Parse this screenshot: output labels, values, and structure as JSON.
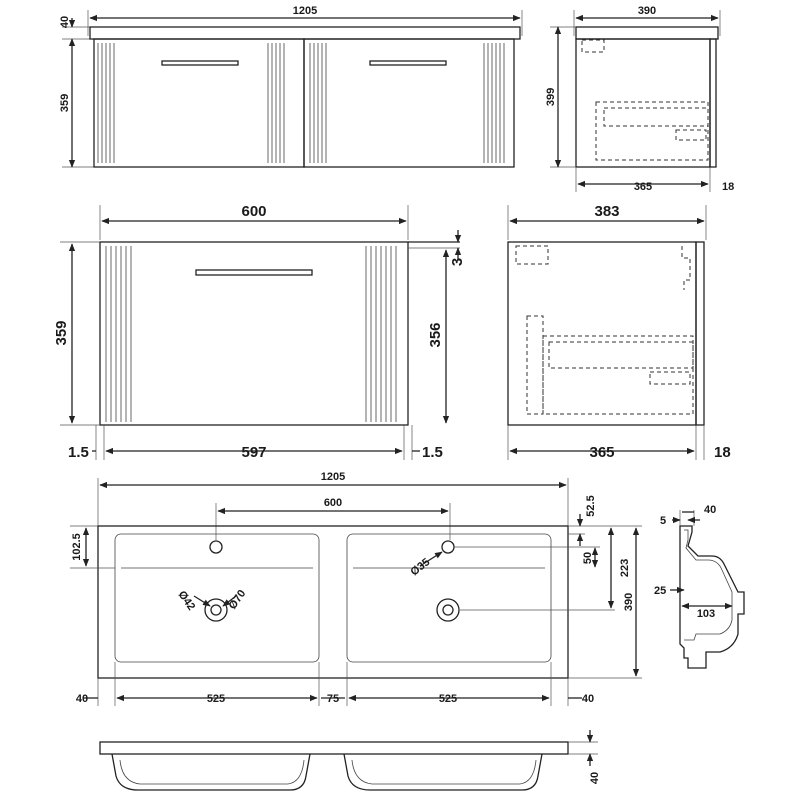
{
  "top_front": {
    "width_label": "1205",
    "top_height_label": "40",
    "height_label": "359"
  },
  "top_side": {
    "depth_label": "390",
    "height_label": "399",
    "carcass_depth_label": "365",
    "door_label": "18"
  },
  "mid_front": {
    "width_label": "600",
    "inner_width_label": "597",
    "left_gap_label": "1.5",
    "right_gap_label": "1.5",
    "height_label": "359",
    "inner_height_label": "356",
    "top_gap_label": "3"
  },
  "mid_side": {
    "depth_label": "383",
    "carcass_depth_label": "365",
    "door_label": "18"
  },
  "basin_plan": {
    "width_label": "1205",
    "tap_spacing_label": "600",
    "rim_label": "52.5",
    "left_edge_label": "102.5",
    "tap_hole_label": "Ø35",
    "waste_outer_label": "Ø70",
    "waste_inner_label": "Ø42",
    "tap_offset_label": "50",
    "waste_offset_label": "223",
    "depth_label": "390",
    "bottom_dims": [
      "40",
      "525",
      "75",
      "525",
      "40"
    ]
  },
  "basin_section": {
    "top_label": "40",
    "lip_label": "5",
    "bowl_label": "25",
    "depth_label": "103"
  },
  "basin_elevation": {
    "thickness_label": "40"
  }
}
